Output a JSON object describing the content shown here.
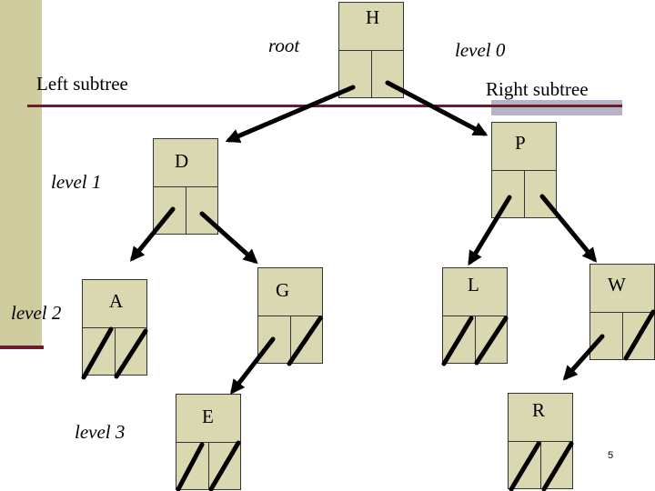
{
  "labels": {
    "root": "root",
    "level0": "level 0",
    "left_subtree": "Left subtree",
    "right_subtree": "Right subtree",
    "level1": "level 1",
    "level2": "level 2",
    "level3": "level 3"
  },
  "nodes": {
    "H": "H",
    "D": "D",
    "P": "P",
    "A": "A",
    "G": "G",
    "L": "L",
    "W": "W",
    "E": "E",
    "R": "R"
  },
  "page_number": "5",
  "colors": {
    "node_fill": "#d9d8b0",
    "side_bar": "#cfcca0",
    "accent_line": "#6e1b2e",
    "highlight": "#b5b4c6"
  }
}
